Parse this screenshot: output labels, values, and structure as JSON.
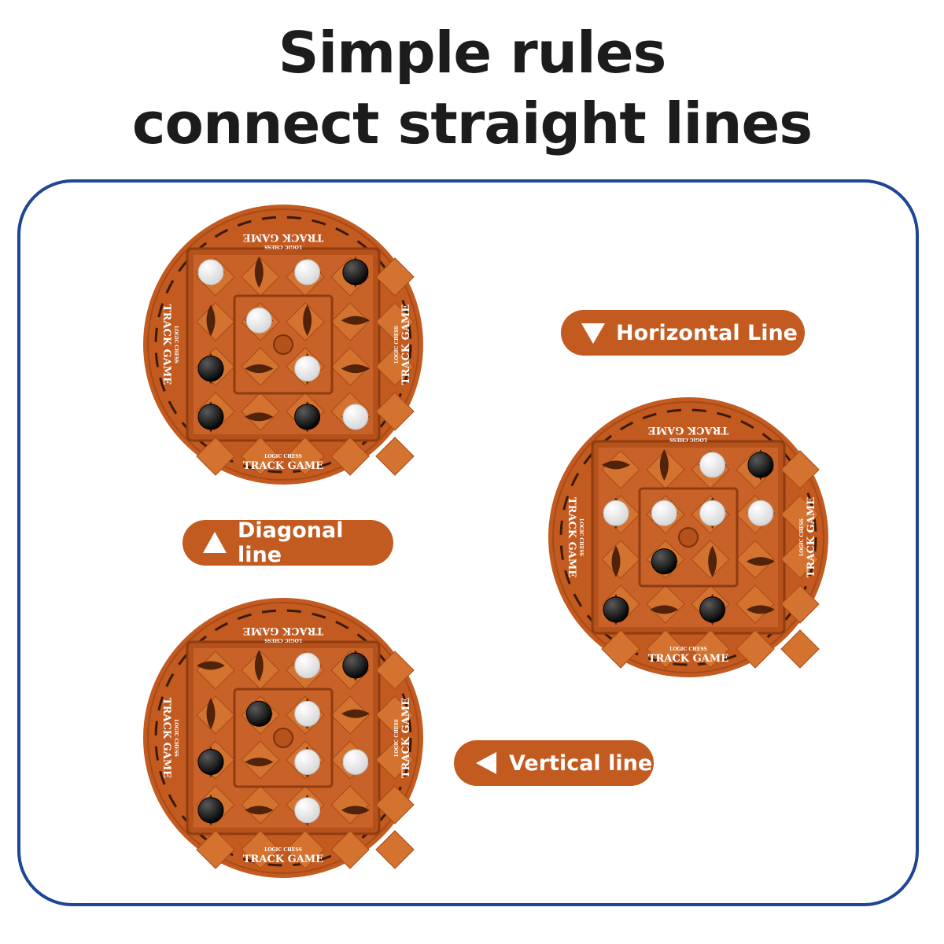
{
  "headline": {
    "line1": "Simple rules",
    "line2": "connect straight lines"
  },
  "labels": {
    "horizontal": {
      "text": "Horizontal Line",
      "icon": "triangle-down-icon"
    },
    "diagonal": {
      "text": "Diagonal line",
      "icon": "triangle-up-icon"
    },
    "vertical": {
      "text": "Vertical line",
      "icon": "triangle-left-icon"
    }
  },
  "board_text": {
    "brand": "TRACK GAME",
    "subtitle": "LOGIC CHESS"
  },
  "colors": {
    "board": "#c35a20",
    "frame_border": "#1f4596",
    "pill": "#c35a20",
    "white_ball": "#f4f4f4",
    "black_ball": "#111111"
  },
  "boards": [
    {
      "name": "diagonal-example",
      "balls": [
        [
          0,
          0,
          "w"
        ],
        [
          0,
          2,
          "w"
        ],
        [
          0,
          3,
          "b"
        ],
        [
          1,
          1,
          "w"
        ],
        [
          2,
          0,
          "b"
        ],
        [
          2,
          2,
          "w"
        ],
        [
          3,
          0,
          "b"
        ],
        [
          3,
          2,
          "b"
        ],
        [
          3,
          3,
          "w"
        ]
      ]
    },
    {
      "name": "horizontal-example",
      "balls": [
        [
          0,
          2,
          "w"
        ],
        [
          0,
          3,
          "b"
        ],
        [
          1,
          0,
          "w"
        ],
        [
          1,
          1,
          "w"
        ],
        [
          1,
          2,
          "w"
        ],
        [
          1,
          3,
          "w"
        ],
        [
          2,
          1,
          "b"
        ],
        [
          3,
          0,
          "b"
        ],
        [
          3,
          2,
          "b"
        ]
      ]
    },
    {
      "name": "vertical-example",
      "balls": [
        [
          0,
          2,
          "w"
        ],
        [
          0,
          3,
          "b"
        ],
        [
          1,
          1,
          "b"
        ],
        [
          1,
          2,
          "w"
        ],
        [
          2,
          0,
          "b"
        ],
        [
          2,
          2,
          "w"
        ],
        [
          2,
          3,
          "w"
        ],
        [
          3,
          0,
          "b"
        ],
        [
          3,
          2,
          "w"
        ]
      ]
    }
  ]
}
